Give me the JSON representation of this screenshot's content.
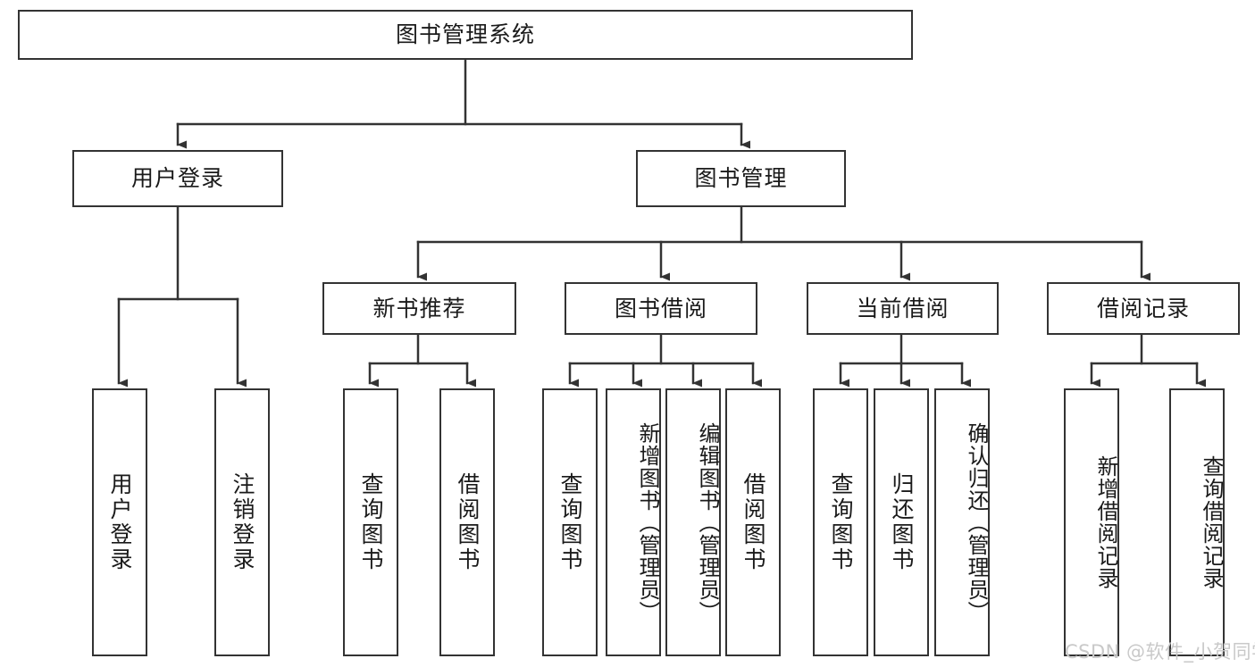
{
  "diagram": {
    "title": "图书管理系统",
    "type": "functional-structure-tree",
    "root": {
      "label": "图书管理系统"
    },
    "level1": [
      {
        "label": "用户登录"
      },
      {
        "label": "图书管理"
      }
    ],
    "level2": [
      {
        "label": "新书推荐"
      },
      {
        "label": "图书借阅"
      },
      {
        "label": "当前借阅"
      },
      {
        "label": "借阅记录"
      }
    ],
    "leaves": {
      "user_login": [
        {
          "label": "用户登录"
        },
        {
          "label": "注销登录"
        }
      ],
      "new_book_recommend": [
        {
          "label": "查询图书"
        },
        {
          "label": "借阅图书"
        }
      ],
      "book_borrow": [
        {
          "label": "查询图书"
        },
        {
          "label": "新增图书（管理员）"
        },
        {
          "label": "编辑图书（管理员）"
        },
        {
          "label": "借阅图书"
        }
      ],
      "current_borrow": [
        {
          "label": "查询图书"
        },
        {
          "label": "归还图书"
        },
        {
          "label": "确认归还（管理员）"
        }
      ],
      "borrow_record": [
        {
          "label": "新增借阅记录"
        },
        {
          "label": "查询借阅记录"
        }
      ]
    }
  },
  "watermark": {
    "text": "CSDN @软件_小贺同学"
  },
  "colors": {
    "stroke": "#333333",
    "background": "#ffffff",
    "text": "#1a1a1a",
    "watermark": "#c9c9c9"
  }
}
